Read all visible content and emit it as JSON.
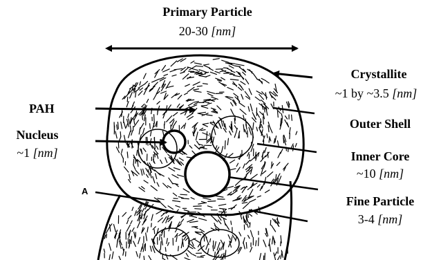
{
  "labels": {
    "primary_particle": {
      "title": "Primary Particle",
      "size": "20-30",
      "unit": "[nm]"
    },
    "crystallite": {
      "title": "Crystallite",
      "size": "~1 by ~3.5",
      "unit": "[nm]"
    },
    "pah": {
      "title": "PAH"
    },
    "nucleus": {
      "title": "Nucleus",
      "size": "~1",
      "unit": "[nm]"
    },
    "outer_shell": {
      "title": "Outer Shell"
    },
    "inner_core": {
      "title": "Inner Core",
      "size": "~10",
      "unit": "[nm]"
    },
    "fine_particle": {
      "title": "Fine Particle",
      "size": "3-4",
      "unit": "[nm]"
    },
    "marker_a": "A"
  },
  "colors": {
    "ink": "#000000",
    "background": "#ffffff"
  }
}
